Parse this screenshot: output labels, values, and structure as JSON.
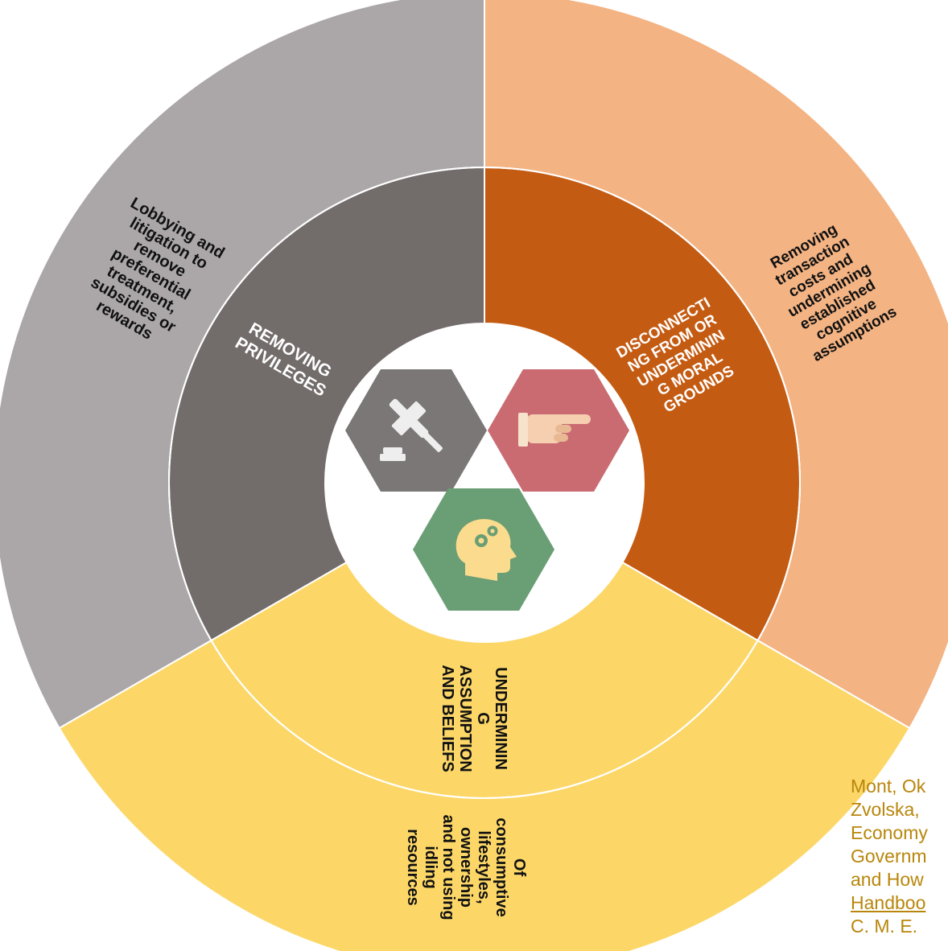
{
  "colors": {
    "outer_gray": "#aba7a8",
    "inner_gray": "#726c6b",
    "outer_peach": "#f3b383",
    "inner_orange": "#c45b12",
    "outer_yellow": "#fcd768",
    "inner_yellow": "#fcd768",
    "hex_gray": "#7a7776",
    "hex_pink": "#c96b71",
    "hex_green": "#6a9e75",
    "citation": "#b8860b"
  },
  "segments": {
    "privileges": {
      "inner_label": [
        "REMOVING",
        "PRIVILEGES"
      ],
      "outer_label": [
        "Lobbying and",
        "litigation to",
        "remove",
        "preferential",
        "treatment,",
        "subsidies or",
        "rewards"
      ]
    },
    "moral": {
      "inner_label": [
        "DISCONNECTI",
        "NG FROM OR",
        "UNDERMININ",
        "G MORAL",
        "GROUNDS"
      ],
      "outer_label": [
        "Removing",
        "transaction",
        "costs and",
        "undermining",
        "established",
        "cognitive",
        "assumptions"
      ]
    },
    "beliefs": {
      "inner_label": [
        "UNDERMININ",
        "G",
        "ASSUMPTION",
        "AND BELIEFS"
      ],
      "outer_label": [
        "Of",
        "consumptive",
        "lifestyles,",
        "ownership",
        "and not using",
        "idling",
        "resources"
      ]
    }
  },
  "icons": {
    "gavel": "gavel-icon",
    "hand": "pointing-hand-icon",
    "head": "head-gears-icon"
  },
  "citation": {
    "lines": [
      "Mont, Ok",
      "Zvolska,",
      "Economy",
      "Governm",
      "and How"
    ],
    "link": "Handboo",
    "last": "C. M. E."
  }
}
